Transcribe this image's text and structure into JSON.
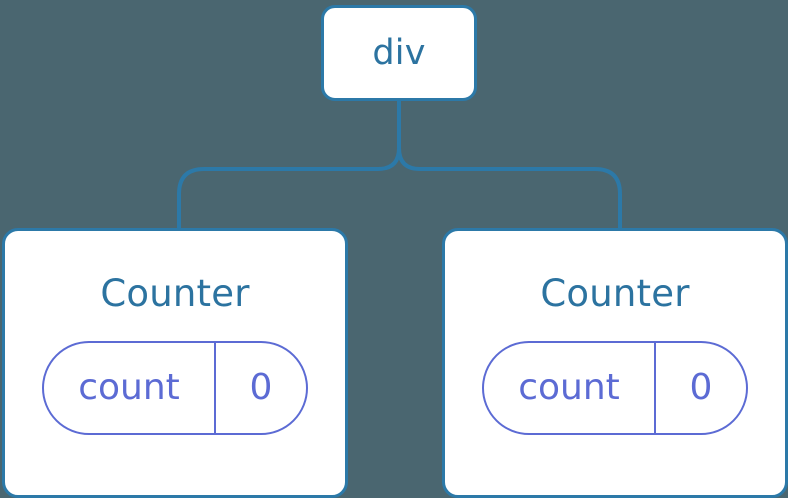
{
  "diagram": {
    "type": "component-tree",
    "background_color": "#4a6670",
    "node_border_color": "#2c79a8",
    "node_fill_color": "#ffffff",
    "node_label_color": "#2c73a0",
    "state_pill_color": "#5c6bd4",
    "connector_color": "#2c79a8",
    "root": {
      "label": "div"
    },
    "children": [
      {
        "label": "Counter",
        "state": {
          "key": "count",
          "value": "0"
        }
      },
      {
        "label": "Counter",
        "state": {
          "key": "count",
          "value": "0"
        }
      }
    ]
  }
}
